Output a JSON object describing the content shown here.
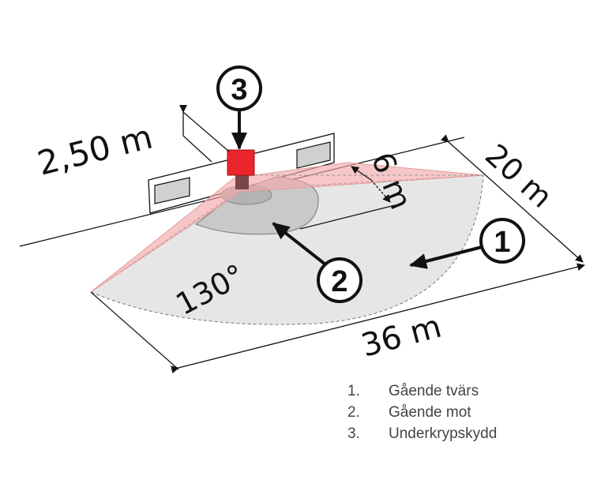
{
  "labels": {
    "height": "2,50 m",
    "depth_near": "6 m",
    "depth": "20 m",
    "width": "36 m",
    "angle": "130°"
  },
  "markers": [
    "1",
    "2",
    "3"
  ],
  "legend": [
    {
      "num": "1.",
      "text": "Gående tvärs"
    },
    {
      "num": "2.",
      "text": "Gående mot"
    },
    {
      "num": "3.",
      "text": "Underkrypskydd"
    }
  ],
  "colors": {
    "sensor": "#e8262c",
    "cone": "#f6c9c9",
    "zone": "#e6e6e6",
    "inner_zone": "#c9c9c9"
  }
}
